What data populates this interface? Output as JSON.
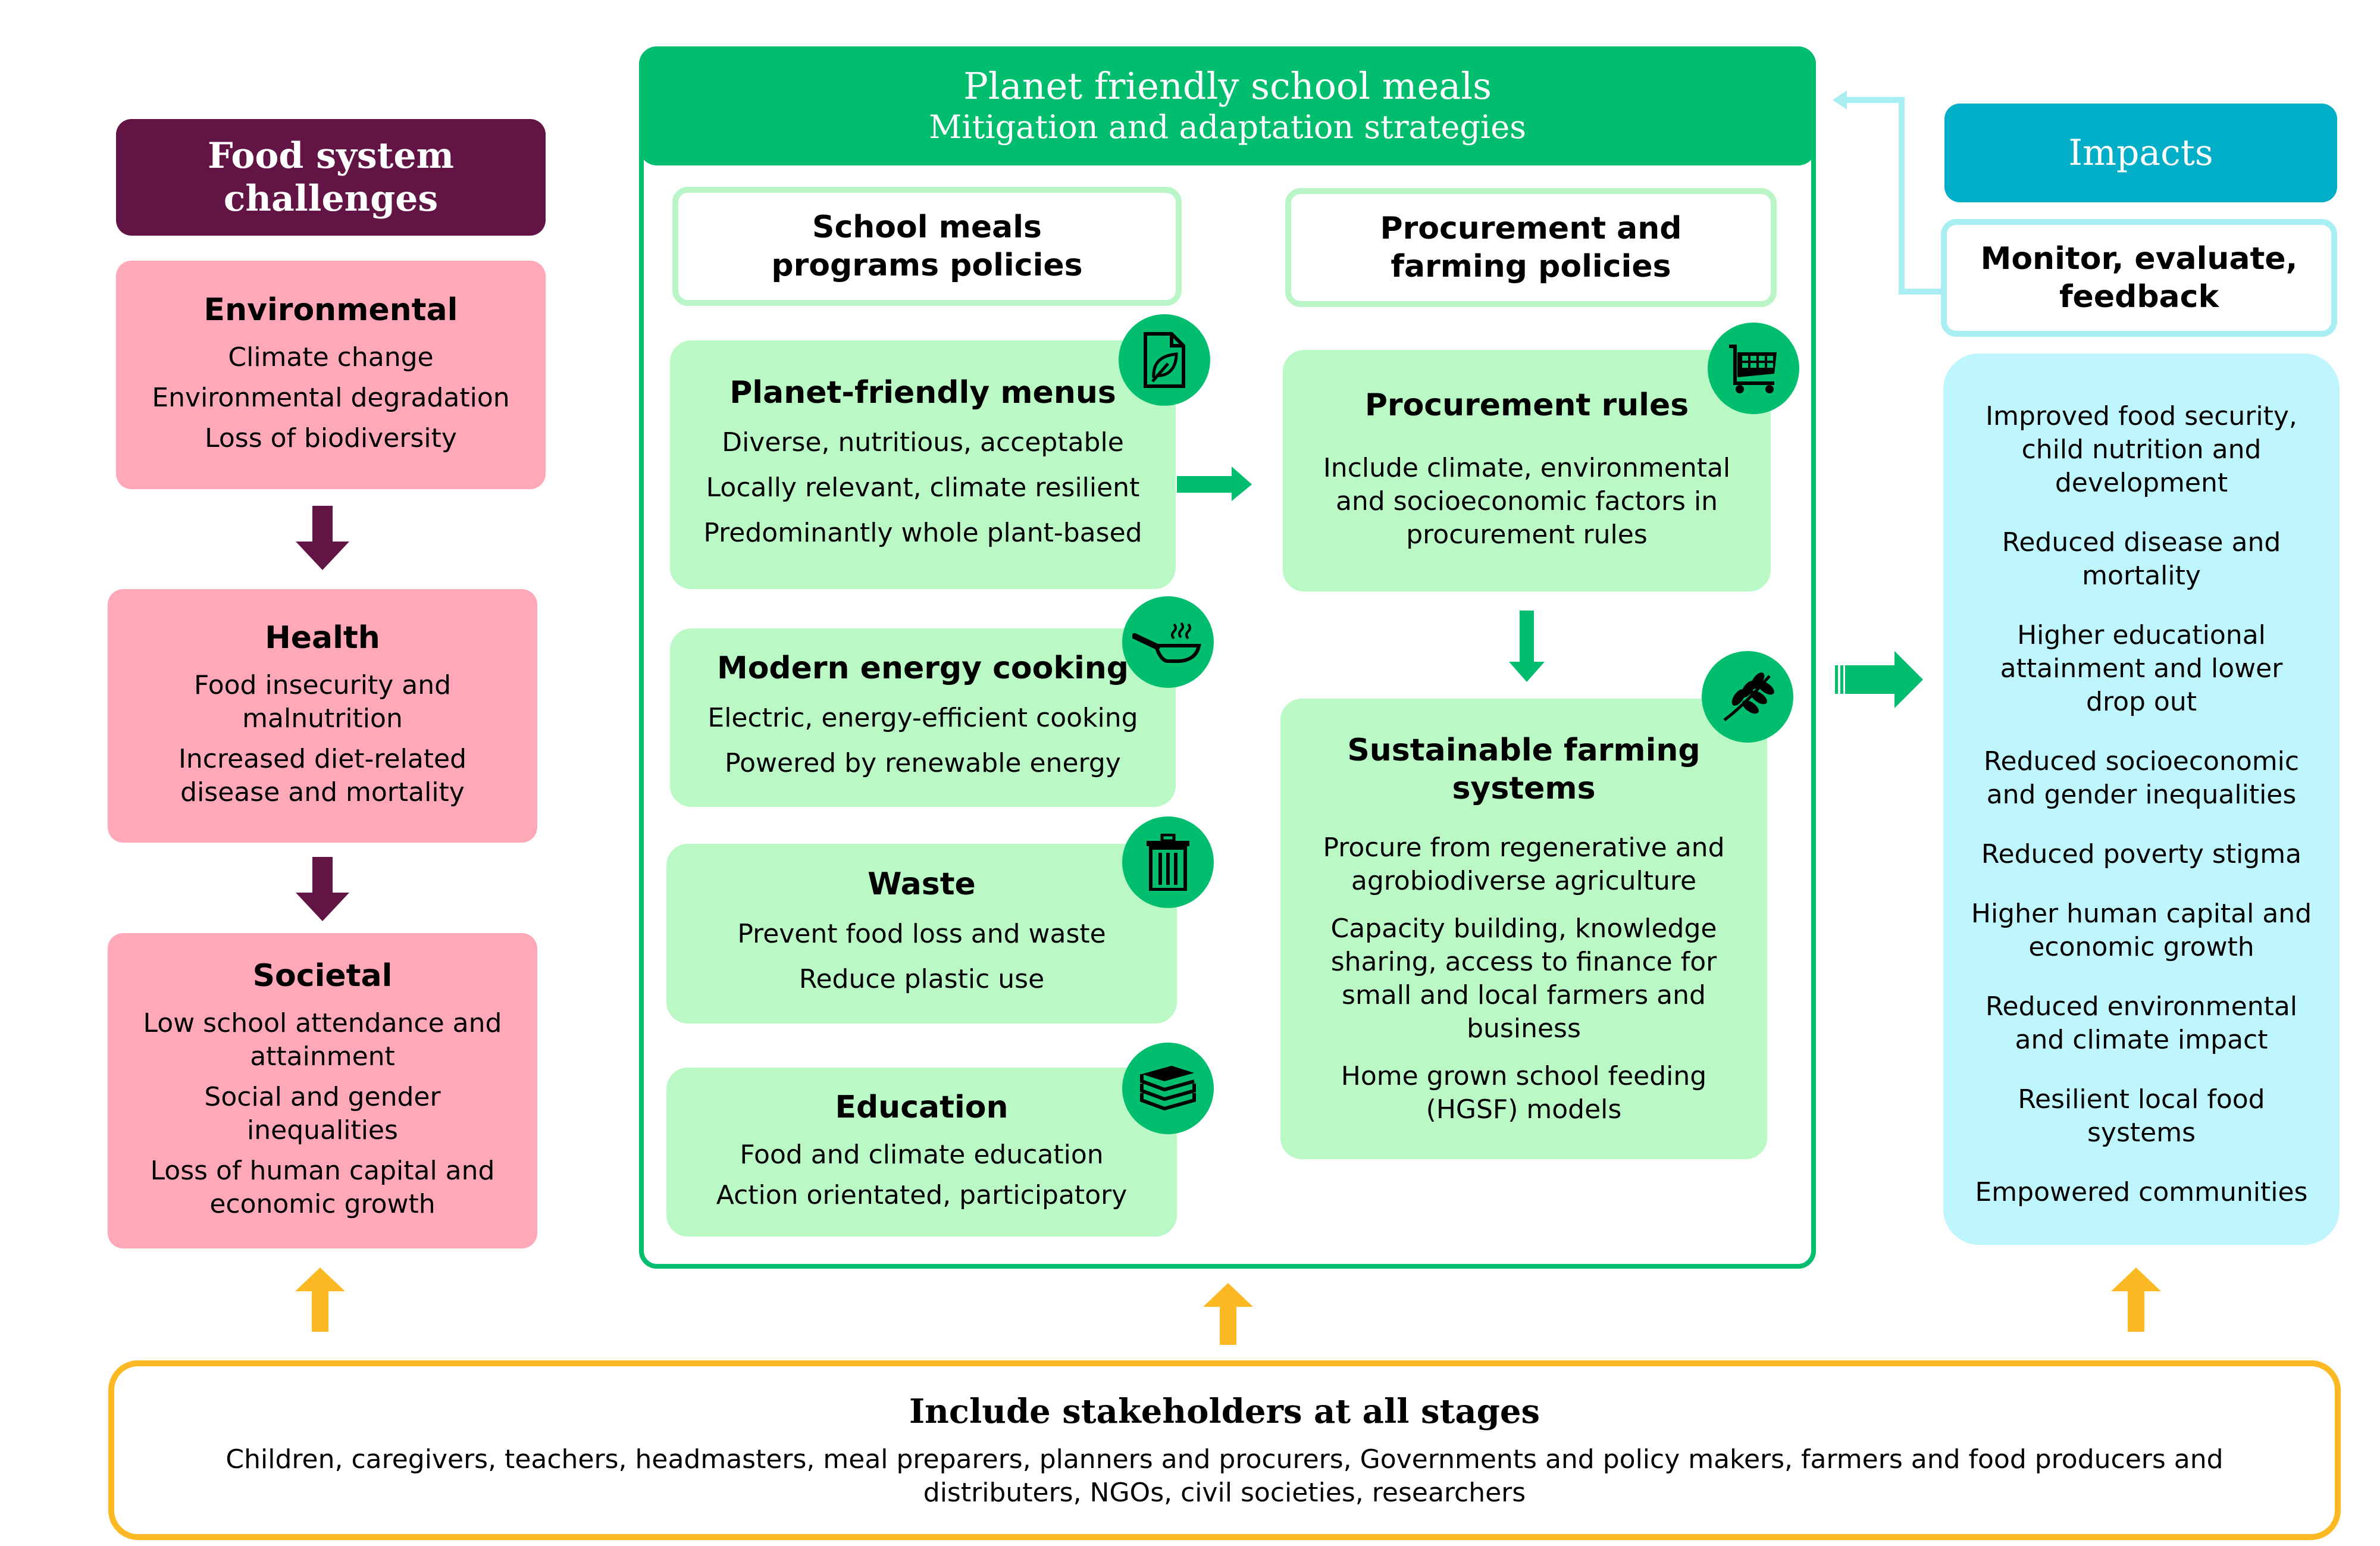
{
  "left": {
    "header": "Food system challenges",
    "boxes": [
      {
        "title": "Environmental",
        "lines": [
          "Climate change",
          "Environmental degradation",
          "Loss of biodiversity"
        ]
      },
      {
        "title": "Health",
        "lines": [
          "Food insecurity and malnutrition",
          "Increased diet-related disease and mortality"
        ]
      },
      {
        "title": "Societal",
        "lines": [
          "Low school attendance and attainment",
          "Social and gender inequalities",
          "Loss of human capital and economic growth"
        ]
      }
    ]
  },
  "middle": {
    "title": "Planet friendly school meals",
    "subtitle": "Mitigation and adaptation strategies",
    "left_policy": "School meals programs policies",
    "right_policy": "Procurement and farming policies",
    "left_boxes": [
      {
        "title": "Planet-friendly menus",
        "icon": "menu-leaf-icon",
        "lines": [
          "Diverse, nutritious, acceptable",
          "Locally relevant, climate resilient",
          "Predominantly whole plant-based"
        ]
      },
      {
        "title": "Modern energy cooking",
        "icon": "frying-pan-icon",
        "lines": [
          "Electric, energy-efficient cooking",
          "Powered by renewable energy"
        ]
      },
      {
        "title": "Waste",
        "icon": "trash-bin-icon",
        "lines": [
          "Prevent food loss and waste",
          "Reduce plastic use"
        ]
      },
      {
        "title": "Education",
        "icon": "books-icon",
        "lines": [
          "Food and climate education",
          "Action orientated, participatory"
        ]
      }
    ],
    "right_boxes": [
      {
        "title": "Procurement rules",
        "icon": "shopping-cart-icon",
        "lines": [
          "Include climate, environmental and socioeconomic factors in procurement rules"
        ]
      },
      {
        "title": "Sustainable farming systems",
        "icon": "wheat-icon",
        "lines": [
          "Procure from regenerative and agrobiodiverse agriculture",
          "Capacity building, knowledge sharing, access to finance for small and local farmers and business",
          "Home grown school feeding (HGSF) models"
        ]
      }
    ]
  },
  "right": {
    "header": "Impacts",
    "monitor": "Monitor, evaluate, feedback",
    "impacts": [
      "Improved food security, child nutrition and development",
      "Reduced disease and mortality",
      "Higher educational attainment and lower drop out",
      "Reduced socioeconomic and gender inequalities",
      "Reduced poverty stigma",
      "Higher human capital and economic growth",
      "Reduced environmental and climate impact",
      "Resilient local food systems",
      "Empowered communities"
    ]
  },
  "bottom": {
    "title": "Include stakeholders at all stages",
    "description": "Children, caregivers, teachers, headmasters, meal preparers, planners and procurers, Governments and policy makers, farmers and food producers and distributers, NGOs, civil societies, researchers"
  },
  "colors": {
    "purple": "#621445",
    "pink": "#ffa8b8",
    "green": "#00be6e",
    "light_green": "#baf9c5",
    "teal": "#00aec8",
    "light_cyan": "#bff6fe",
    "amber": "#fdb923"
  }
}
